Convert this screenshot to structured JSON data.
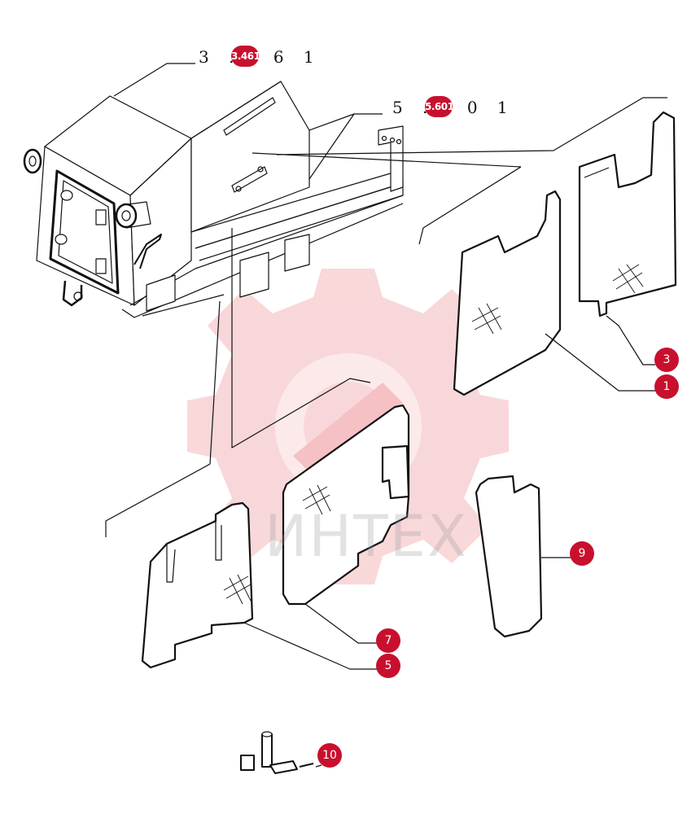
{
  "references": [
    {
      "id": "ref-1",
      "prefix": "3 .",
      "badge": "3.461",
      "suffix": "6 1"
    },
    {
      "id": "ref-2",
      "prefix": "5 .",
      "badge": "5.601",
      "suffix": "0 1"
    }
  ],
  "callouts": [
    "3",
    "1",
    "7",
    "5",
    "9",
    "10"
  ],
  "watermark": {
    "text": "ИНТЕХ",
    "color": "#e8505b"
  },
  "colors": {
    "callout": "#c8102e",
    "line": "#111111",
    "gear": "#f2a3a8"
  }
}
